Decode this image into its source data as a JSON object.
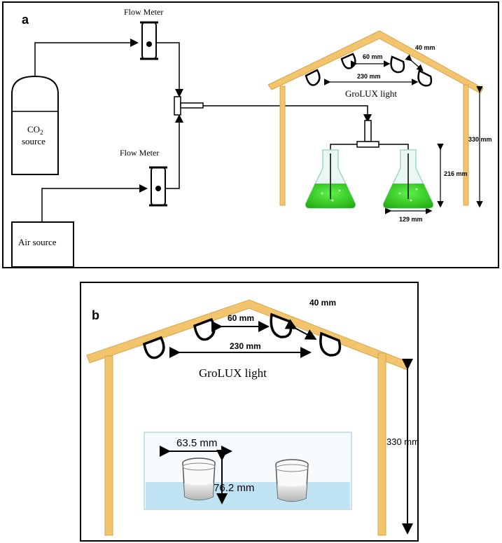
{
  "panel_a": {
    "label": "a",
    "flow_meter_top": "Flow Meter",
    "flow_meter_bottom": "Flow Meter",
    "co2_line1": "CO",
    "co2_sub": "2",
    "co2_line2": "source",
    "air_source": "Air source",
    "dim_60": "60 mm",
    "dim_40": "40 mm",
    "dim_230": "230 mm",
    "light_label": "GroLUX light",
    "dim_330": "330 mm",
    "dim_216": "216 mm",
    "dim_129": "129 mm"
  },
  "panel_b": {
    "label": "b",
    "dim_40": "40 mm",
    "dim_60": "60 mm",
    "dim_230": "230 mm",
    "light_label": "GroLUX light",
    "dim_330": "330 mm",
    "dim_635": "63.5 mm",
    "dim_762": "76.2 mm"
  },
  "colors": {
    "frame": "#f2c46d",
    "frame_edge": "#d9a648",
    "medium": "#33cc22",
    "water": "#bfe3f2"
  }
}
